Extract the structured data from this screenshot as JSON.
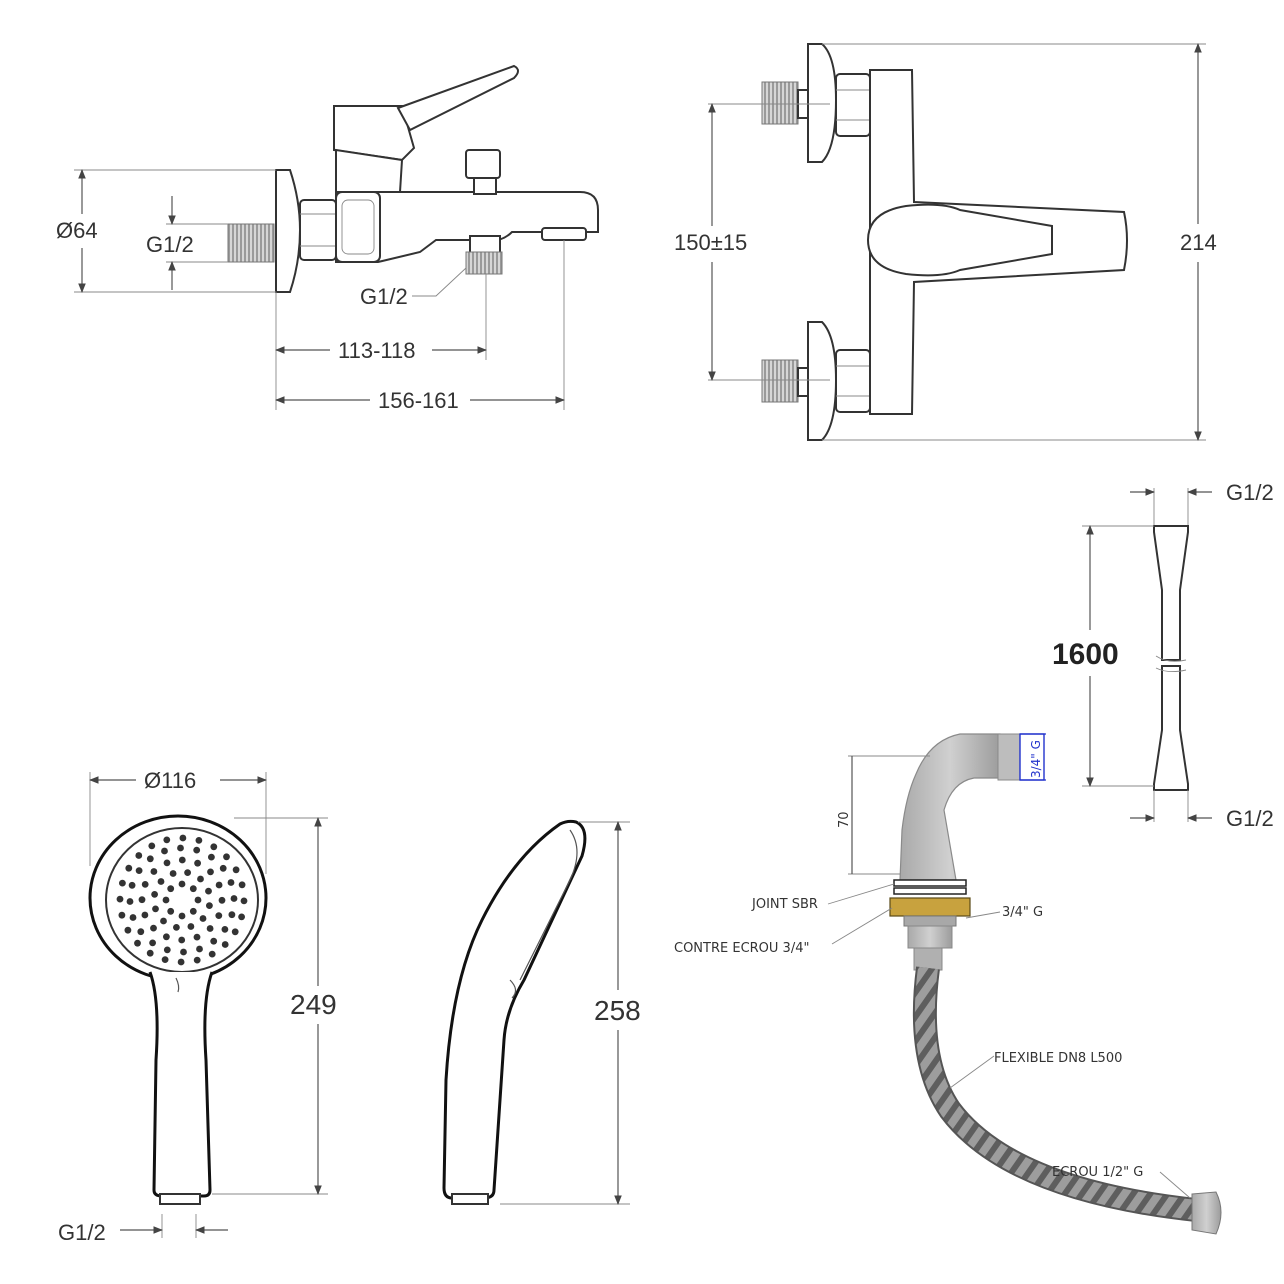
{
  "mixer_side": {
    "diameter": "Ø64",
    "inlet_thread": "G1/2",
    "outlet_thread": "G1/2",
    "dim_spout_outlet": "113-118",
    "dim_total": "156-161"
  },
  "mixer_front": {
    "dim_centers": "150±15",
    "dim_height": "214"
  },
  "hose": {
    "top_thread": "G1/2",
    "length": "1600",
    "bottom_thread": "G1/2"
  },
  "handshower_front": {
    "diameter": "Ø116",
    "length": "249",
    "thread": "G1/2"
  },
  "handshower_side": {
    "length": "258"
  },
  "spout_kit": {
    "thread_box": "3/4\" G",
    "height": "70",
    "joint": "JOINT SBR",
    "thread_label": "3/4\" G",
    "counter_nut": "CONTRE ECROU 3/4\"",
    "flexible": "FLEXIBLE DN8 L500",
    "nut": "ECROU 1/2\" G"
  }
}
